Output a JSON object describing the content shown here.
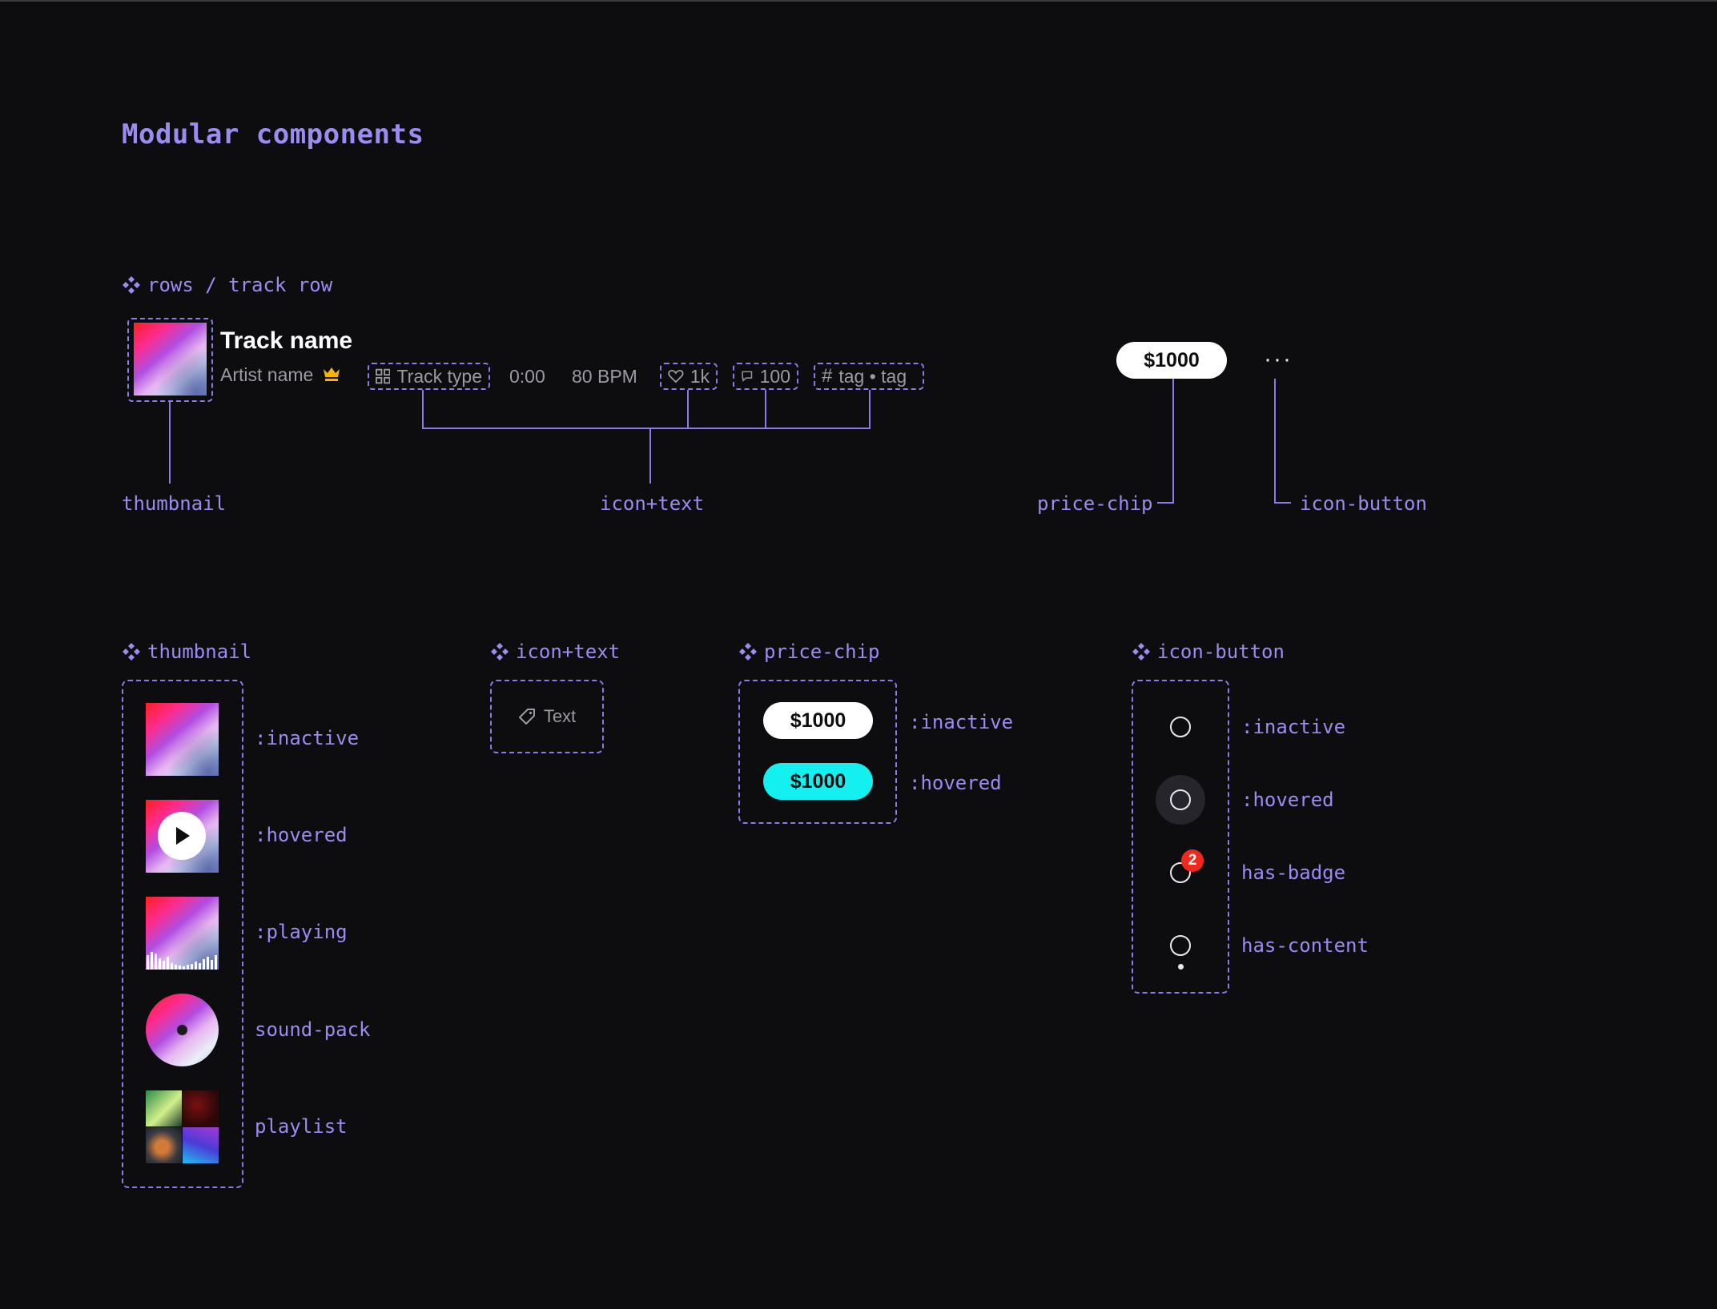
{
  "page": {
    "title": "Modular components"
  },
  "track_row_section": {
    "label": "rows / track row",
    "track_name": "Track name",
    "artist_name": "Artist name",
    "track_type": "Track type",
    "duration": "0:00",
    "bpm": "80 BPM",
    "likes": "1k",
    "comments": "100",
    "tags": "tag • tag",
    "price": "$1000",
    "more": "···",
    "annotations": {
      "thumbnail": "thumbnail",
      "icon_text": "icon+text",
      "price_chip": "price-chip",
      "icon_button": "icon-button"
    }
  },
  "thumbnail_section": {
    "label": "thumbnail",
    "states": [
      ":inactive",
      ":hovered",
      ":playing",
      "sound-pack",
      "playlist"
    ]
  },
  "icon_text_section": {
    "label": "icon+text",
    "sample_text": "Text"
  },
  "price_chip_section": {
    "label": "price-chip",
    "inactive_price": "$1000",
    "hovered_price": "$1000",
    "states": [
      ":inactive",
      ":hovered"
    ]
  },
  "icon_button_section": {
    "label": "icon-button",
    "badge_count": "2",
    "states": [
      ":inactive",
      ":hovered",
      "has-badge",
      "has-content"
    ]
  },
  "colors": {
    "background": "#0d0d10",
    "accent_purple": "#9b8cf2",
    "price_hover": "#14f0f0",
    "badge_red": "#f0281e",
    "crown_gold": "#f5b400"
  }
}
